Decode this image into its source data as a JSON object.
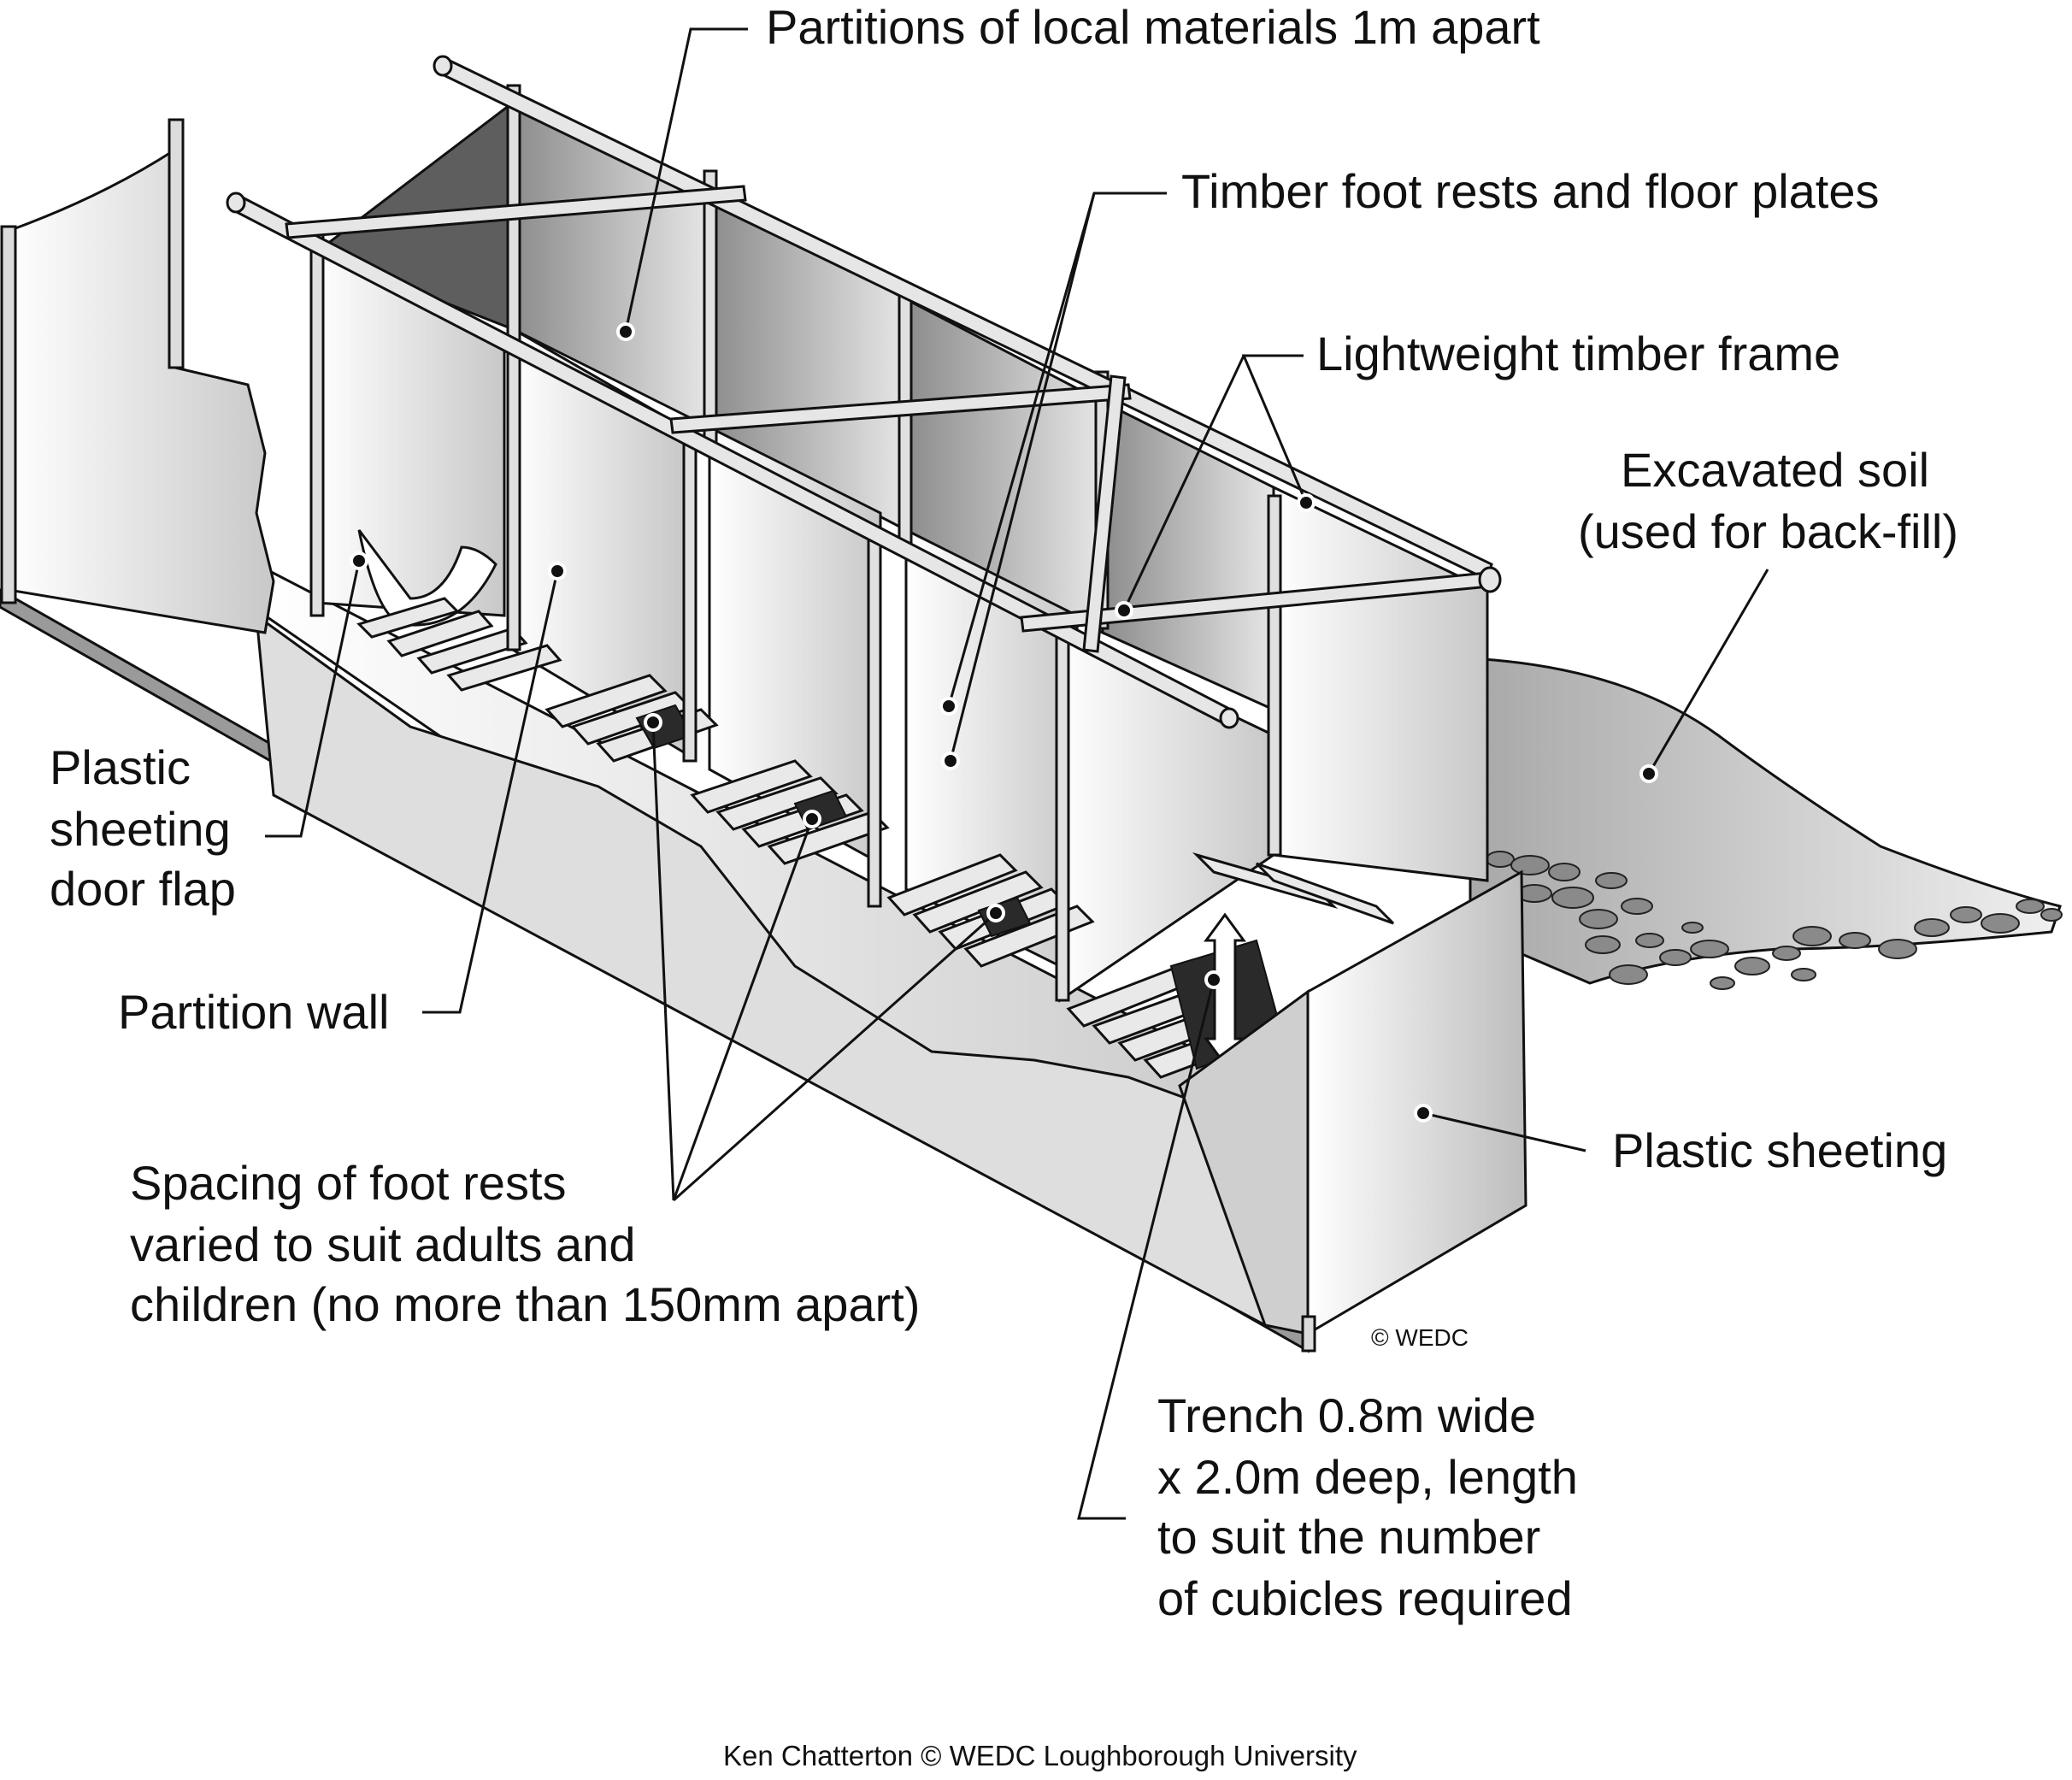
{
  "labels": {
    "partitions": "Partitions of local materials 1m apart",
    "timber_foot_rests": "Timber foot rests and floor plates",
    "timber_frame": "Lightweight timber frame",
    "excavated_soil_line1": "Excavated soil",
    "excavated_soil_line2": "(used for back-fill)",
    "door_flap_line1": "Plastic",
    "door_flap_line2": "sheeting",
    "door_flap_line3": "door flap",
    "partition_wall": "Partition wall",
    "spacing_line1": "Spacing of foot rests",
    "spacing_line2": "varied to suit adults and",
    "spacing_line3": "children (no more than 150mm apart)",
    "plastic_sheeting": "Plastic sheeting",
    "trench_line1": "Trench 0.8m wide",
    "trench_line2": "x 2.0m deep, length",
    "trench_line3": "to suit the number",
    "trench_line4": "of cubicles required"
  },
  "copyright_small": "©  WEDC",
  "credit": "Ken Chatterton   ©  WEDC  Loughborough University",
  "colors": {
    "line": "#111111",
    "panel_light": "#f2f2f2",
    "panel_mid": "#cfcfcf",
    "panel_dark": "#7a7a7a",
    "soil": "#e4e4e4",
    "stones": "#8a8a8a"
  }
}
